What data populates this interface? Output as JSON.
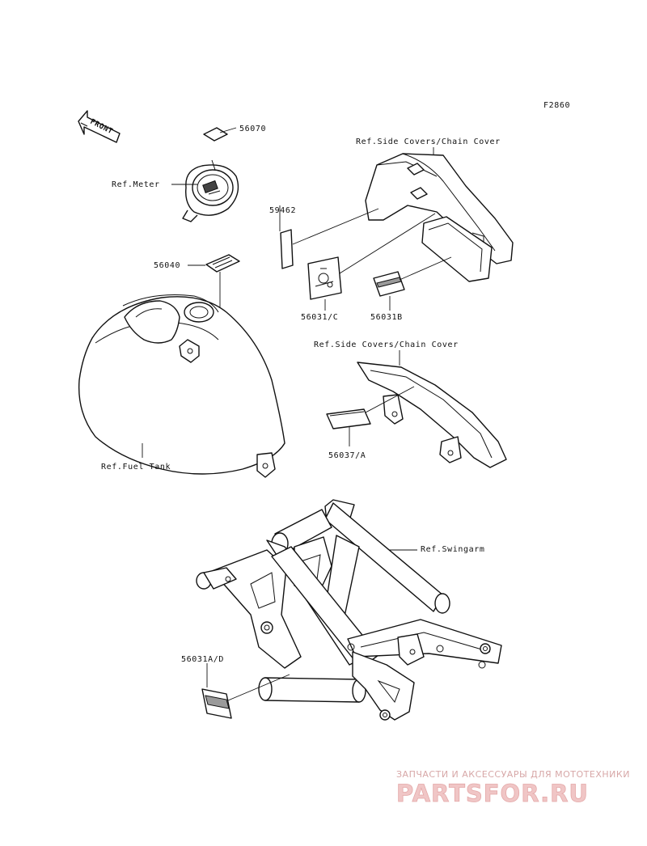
{
  "figure_code": "F2860",
  "front_arrow_label": "FRONT",
  "labels": {
    "p56070": "56070",
    "ref_meter": "Ref.Meter",
    "p56040": "56040",
    "ref_fuel_tank": "Ref.Fuel Tank",
    "ref_side_covers_1": "Ref.Side Covers/Chain Cover",
    "p59462": "59462",
    "p56031c": "56031/C",
    "p56031b": "56031B",
    "ref_side_covers_2": "Ref.Side Covers/Chain Cover",
    "p56037a": "56037/A",
    "ref_swingarm": "Ref.Swingarm",
    "p56031ad": "56031A/D"
  },
  "watermark": {
    "tagline": "ЗАПЧАСТИ И АКСЕССУАРЫ ДЛЯ МОТОТЕХНИКИ",
    "logo": "PARTSFOR.RU"
  }
}
